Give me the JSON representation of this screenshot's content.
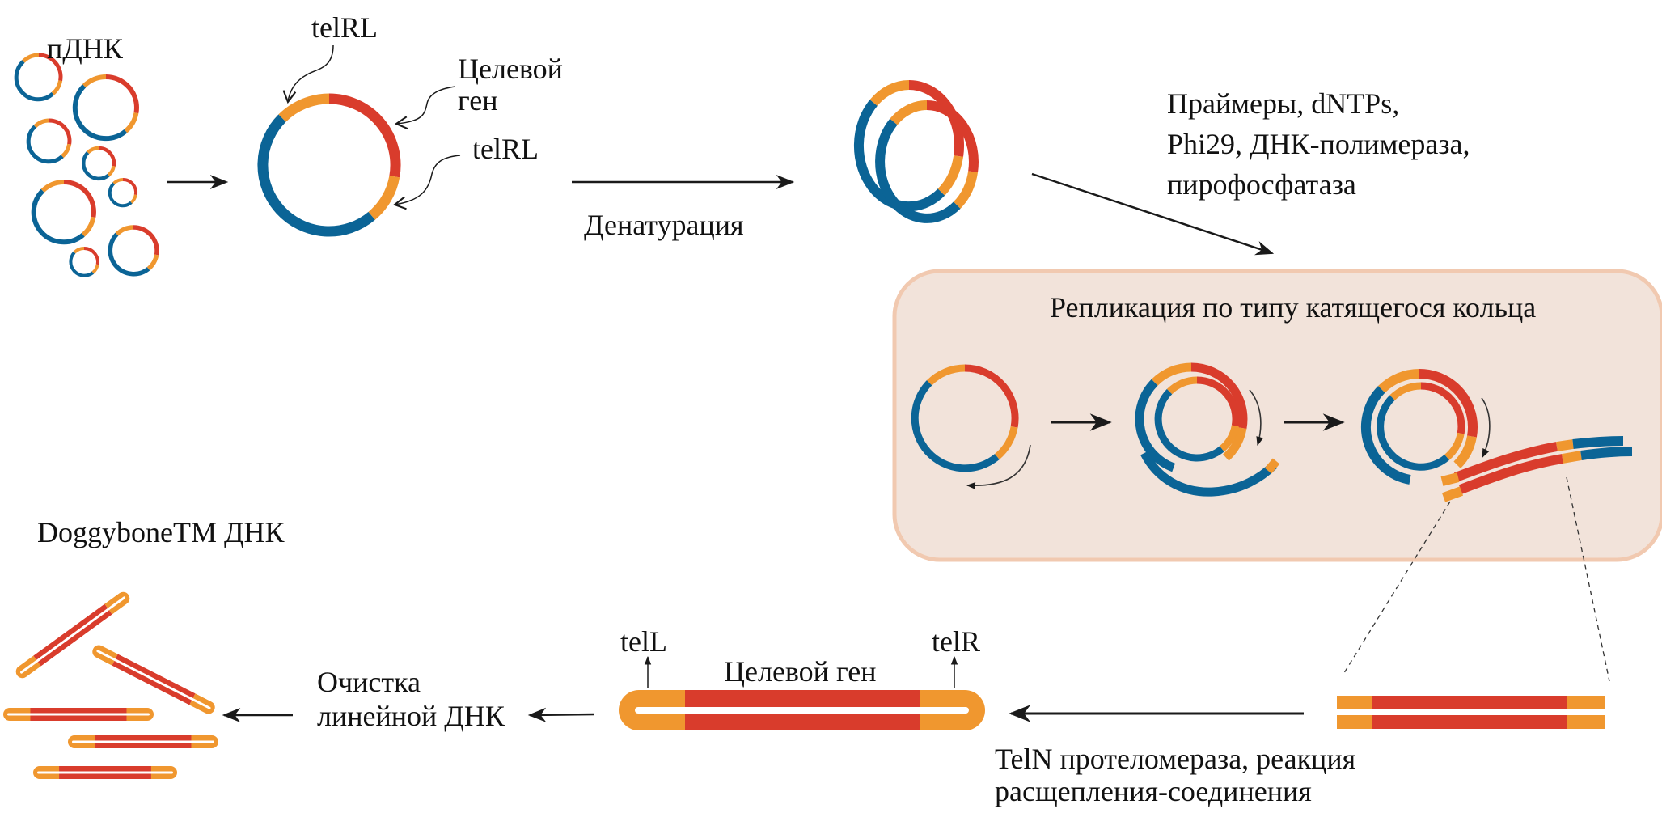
{
  "colors": {
    "backbone": "#0B6496",
    "telomere_site": "#F0972F",
    "target_gene": "#D93C2C",
    "panel_fill": "#F2E3DA",
    "panel_border": "#F1C9B0",
    "arrow": "#1A1A1A"
  },
  "labels": {
    "plasmid_pool": "пДНК",
    "telrl_top": "telRL",
    "target_gene_line1": "Целевой",
    "target_gene_line2": "ген",
    "telrl_bottom": "telRL",
    "denaturation": "Денатурация",
    "reagents_line1": "Праймеры, dNTPs,",
    "reagents_line2": "Phi29, ДНК-полимераза,",
    "reagents_line3": "пирофосфатаза",
    "rolling_circle_title": "Репликация по типу катящегося кольца",
    "doggybone_title": "DoggyboneTM ДНК",
    "purification_line1": "Очистка",
    "purification_line2": "линейной ДНК",
    "tel_left": "telL",
    "tel_right": "telR",
    "doggybone_gene": "Целевой ген",
    "teln_line1": "TelN протеломераза, реакция",
    "teln_line2": "расщепления-соединения"
  }
}
